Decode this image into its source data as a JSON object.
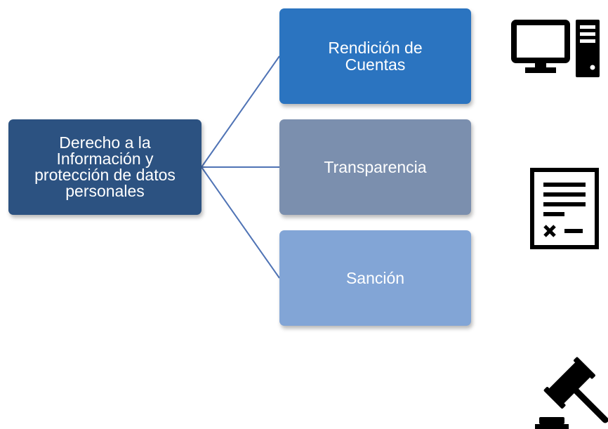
{
  "diagram": {
    "root": {
      "label": "Derecho a la\nInformación y\nprotección de datos\npersonales",
      "color": "#2c5281"
    },
    "children": [
      {
        "label": "Rendición de\nCuentas",
        "color": "#2b74c0",
        "icon": "computer-icon"
      },
      {
        "label": "Transparencia",
        "color": "#7b8fae",
        "icon": "document-icon"
      },
      {
        "label": "Sanción",
        "color": "#82a5d6",
        "icon": "gavel-icon"
      }
    ],
    "connector_color": "#4f73b5"
  }
}
